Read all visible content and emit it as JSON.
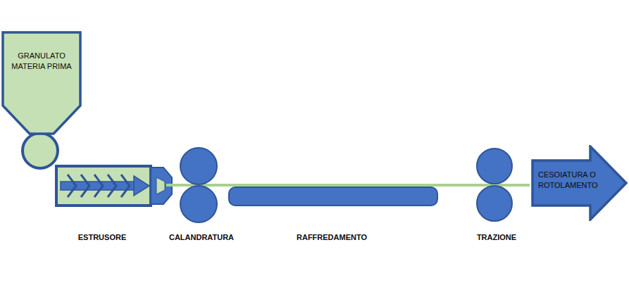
{
  "diagram": {
    "nodes": [
      {
        "text": [
          "GRANULATO MATERIA PRIMA"
        ]
      },
      {
        "text": [
          "CESOIATURA O ROTOLAMENTO"
        ]
      }
    ],
    "labels": [
      "ESTRUSORE",
      "CALANDRATURA",
      "RAFFREDAMENTO",
      "TRAZIONE"
    ]
  }
}
